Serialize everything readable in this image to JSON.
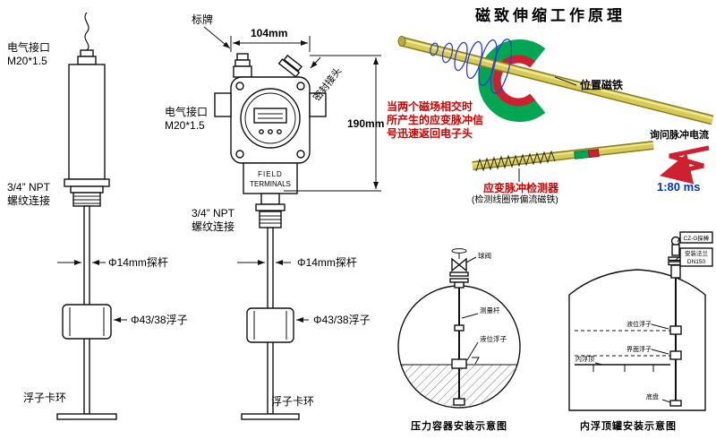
{
  "left_sensor": {
    "electrical_port": "电气接口",
    "electrical_spec": "M20*1.5",
    "npt_line1": "3/4” NPT",
    "npt_line2": "螺纹连接",
    "rod_label": "Φ14mm探杆",
    "float_label": "Φ43/38浮子",
    "clamp_label": "浮子卡环"
  },
  "mid_sensor": {
    "nameplate": "标牌",
    "width_dim": "104mm",
    "seal_joint": "密封接头",
    "electrical_port": "电气接口",
    "electrical_spec": "M20*1.5",
    "height_dim": "190mm",
    "terminals_line1": "FIELD",
    "terminals_line2": "TERMINALS",
    "npt_line1": "3/4” NPT",
    "npt_line2": "螺纹连接",
    "rod_label": "Φ14mm探杆",
    "float_label": "Φ43/38浮子",
    "clamp_label": "浮子卡环"
  },
  "principle": {
    "title": "磁致伸缩工作原理",
    "position_magnet": "位置磁铁",
    "interact_line1": "当两个磁场相交时",
    "interact_line2": "所产生的应变脉冲信",
    "interact_line3": "号迅速返回电子头",
    "query_pulse": "询问脉冲电流",
    "detector": "应变脉冲检测器",
    "detector_note": "(检测线圈带偏流磁铁)",
    "time_label": "1:80 ms"
  },
  "pressure_tank": {
    "caption": "压力容器安装示意图",
    "valve_label": "球阀",
    "rod_label": "测量杆",
    "float_label": "液位浮子"
  },
  "roof_tank": {
    "caption": "内浮顶罐安装示意图",
    "probe_label": "CZ-G探棒",
    "flange_line1": "安装法兰",
    "flange_line2": "DN150",
    "float1_label": "液位浮子",
    "float2_label": "界面浮子",
    "roof_label": "内浮顶",
    "base_label": "底盘"
  },
  "colors": {
    "accent_red": "#cc0000",
    "accent_blue": "#0033cc",
    "rod_yellow": "#d8cb55",
    "magnet_green": "#00a651",
    "field_blue": "#2b3fd0"
  }
}
